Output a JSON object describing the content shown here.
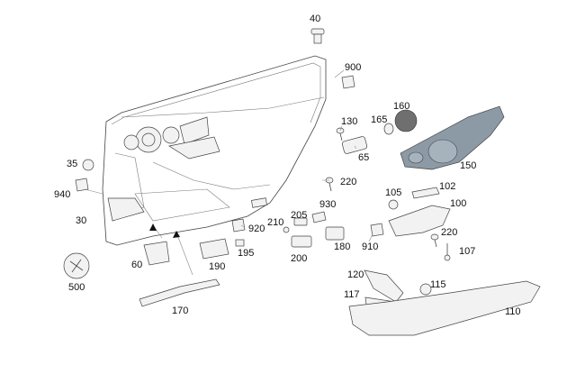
{
  "diagram": {
    "callouts": [
      "40",
      "900",
      "160",
      "165",
      "130",
      "65",
      "150",
      "35",
      "940",
      "30",
      "220",
      "105",
      "102",
      "100",
      "930",
      "205",
      "210",
      "920",
      "180",
      "220",
      "910",
      "107",
      "195",
      "60",
      "190",
      "200",
      "500",
      "120",
      "115",
      "117",
      "170",
      "110"
    ],
    "colors": {
      "line": "#444444",
      "shade": "#6f6f6f",
      "trim": "#8c9aa6"
    }
  }
}
